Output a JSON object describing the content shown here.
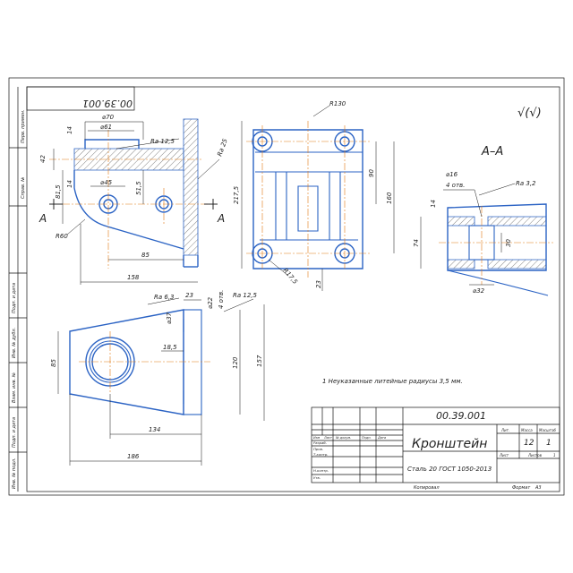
{
  "designation": "00.39.001",
  "designation_rotated": "00.39.001",
  "part_name": "Кронштейн",
  "material": "Сталь 20 ГОСТ 1050-2013",
  "section_label": "А–А",
  "section_mark": "А",
  "surface_finish_general": "√(√)",
  "note": "1 Неуказанные литейные радиусы 3,5 мм.",
  "mass": "12",
  "scale": "1",
  "copied_label": "Копировал",
  "format_label": "Формат",
  "format_value": "А3",
  "title_block": {
    "lit_header": "Лит.",
    "mass_header": "Масса",
    "scale_header": "Масштаб",
    "sheet_label": "Лист",
    "sheets_label": "Листов",
    "sheets_value": "1",
    "col_headers": [
      "Изм",
      "Лист",
      "№ докум.",
      "Подп.",
      "Дата"
    ],
    "row_labels": [
      "Разраб.",
      "Пров.",
      "Т.контр.",
      "Н.контр.",
      "Утв."
    ]
  },
  "left_strip": [
    "Перв. примен.",
    "Справ. №",
    "Подп. и дата",
    "Инв. № дубл.",
    "Взам. инв. №",
    "Подп. и дата",
    "Инв. № подл."
  ],
  "front_view": {
    "dims": {
      "d70": "⌀70",
      "d61": "⌀61",
      "d45": "⌀45",
      "ra125": "Ra 12,5",
      "ra25": "Ra 25",
      "r60": "R60",
      "v14": "14",
      "v42": "42",
      "v14b": "14",
      "v815": "81,5",
      "v515": "51,5",
      "h85": "85",
      "h158": "158"
    }
  },
  "side_view": {
    "dims": {
      "r130": "R130",
      "v2175": "217,5",
      "v90": "90",
      "v160": "160",
      "r175": "R17,5",
      "v23": "23"
    }
  },
  "top_view": {
    "dims": {
      "ra63": "Ra 6,3",
      "d22": "⌀22",
      "four_holes": "4 отв.",
      "ra125": "Ra 12,5",
      "v23": "23",
      "d37": "⌀37",
      "v185": "18,5",
      "v85": "85",
      "v120": "120",
      "v157": "157",
      "h134": "134",
      "h186": "186"
    }
  },
  "section_view": {
    "dims": {
      "d16": "⌀16",
      "four_holes": "4 отв.",
      "ra32": "Ra 3,2",
      "v14": "14",
      "v74": "74",
      "v30": "30",
      "d32": "⌀32"
    }
  }
}
